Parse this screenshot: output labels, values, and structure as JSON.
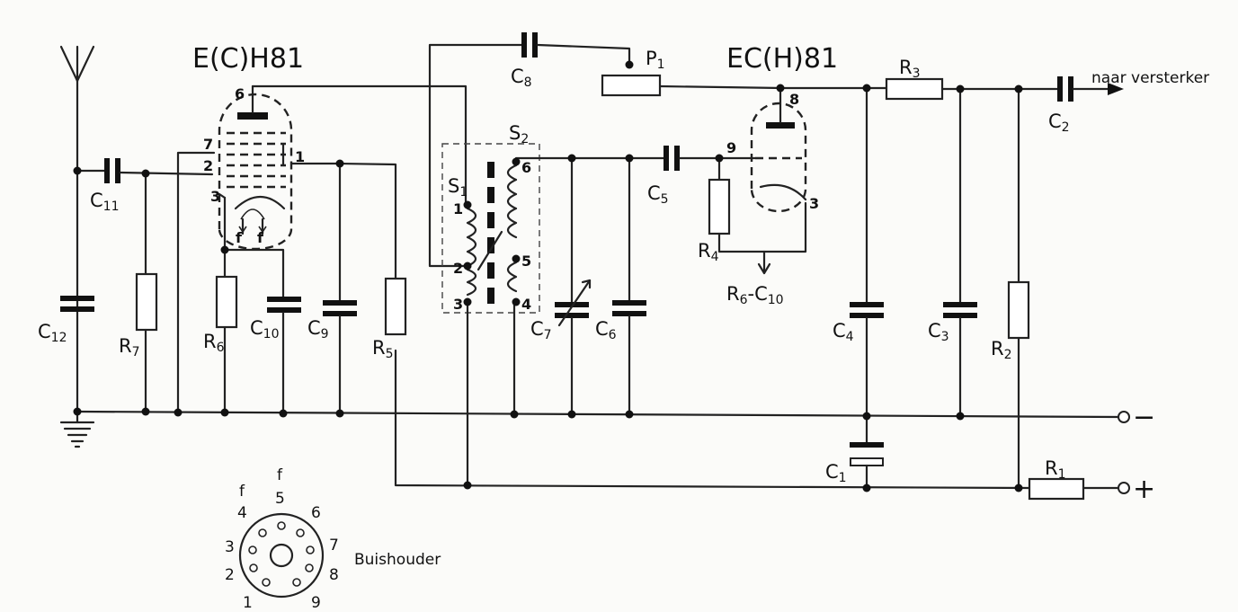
{
  "tubes": {
    "left": "E(C)H81",
    "right": "EC(H)81"
  },
  "output_label": "naar versterker",
  "supply": {
    "minus": "−",
    "plus": "+"
  },
  "holder_label": "Buishouder",
  "holder_pins": {
    "p1": "1",
    "p2": "2",
    "p3": "3",
    "p4": "4",
    "p5": "5",
    "p6": "6",
    "p7": "7",
    "p8": "8",
    "p9": "9",
    "f4": "f",
    "f5": "f"
  },
  "components": {
    "C1": {
      "main": "C",
      "sub": "1"
    },
    "C2": {
      "main": "C",
      "sub": "2"
    },
    "C3": {
      "main": "C",
      "sub": "3"
    },
    "C4": {
      "main": "C",
      "sub": "4"
    },
    "C5": {
      "main": "C",
      "sub": "5"
    },
    "C6": {
      "main": "C",
      "sub": "6"
    },
    "C7": {
      "main": "C",
      "sub": "7"
    },
    "C8": {
      "main": "C",
      "sub": "8"
    },
    "C9": {
      "main": "C",
      "sub": "9"
    },
    "C10": {
      "main": "C",
      "sub": "10"
    },
    "C11": {
      "main": "C",
      "sub": "11"
    },
    "C12": {
      "main": "C",
      "sub": "12"
    },
    "R1": {
      "main": "R",
      "sub": "1"
    },
    "R2": {
      "main": "R",
      "sub": "2"
    },
    "R3": {
      "main": "R",
      "sub": "3"
    },
    "R4": {
      "main": "R",
      "sub": "4"
    },
    "R5": {
      "main": "R",
      "sub": "5"
    },
    "R6": {
      "main": "R",
      "sub": "6"
    },
    "R7": {
      "main": "R",
      "sub": "7"
    },
    "P1": {
      "main": "P",
      "sub": "1"
    },
    "S1": {
      "main": "S",
      "sub": "1"
    },
    "S2": {
      "main": "S",
      "sub": "2"
    },
    "ref_R6C10": {
      "main": "R",
      "sub": "6",
      "dash": "-C",
      "sub2": "10"
    }
  },
  "tube1_pins": {
    "p6": "6",
    "p7": "7",
    "p2": "2",
    "p3": "3",
    "p1": "1",
    "f1": "f",
    "f2": "f"
  },
  "tube2_pins": {
    "p8": "8",
    "p9": "9",
    "p3": "3"
  },
  "coil_pins": {
    "p1": "1",
    "p2": "2",
    "p3": "3",
    "p4": "4",
    "p5": "5",
    "p6": "6"
  }
}
